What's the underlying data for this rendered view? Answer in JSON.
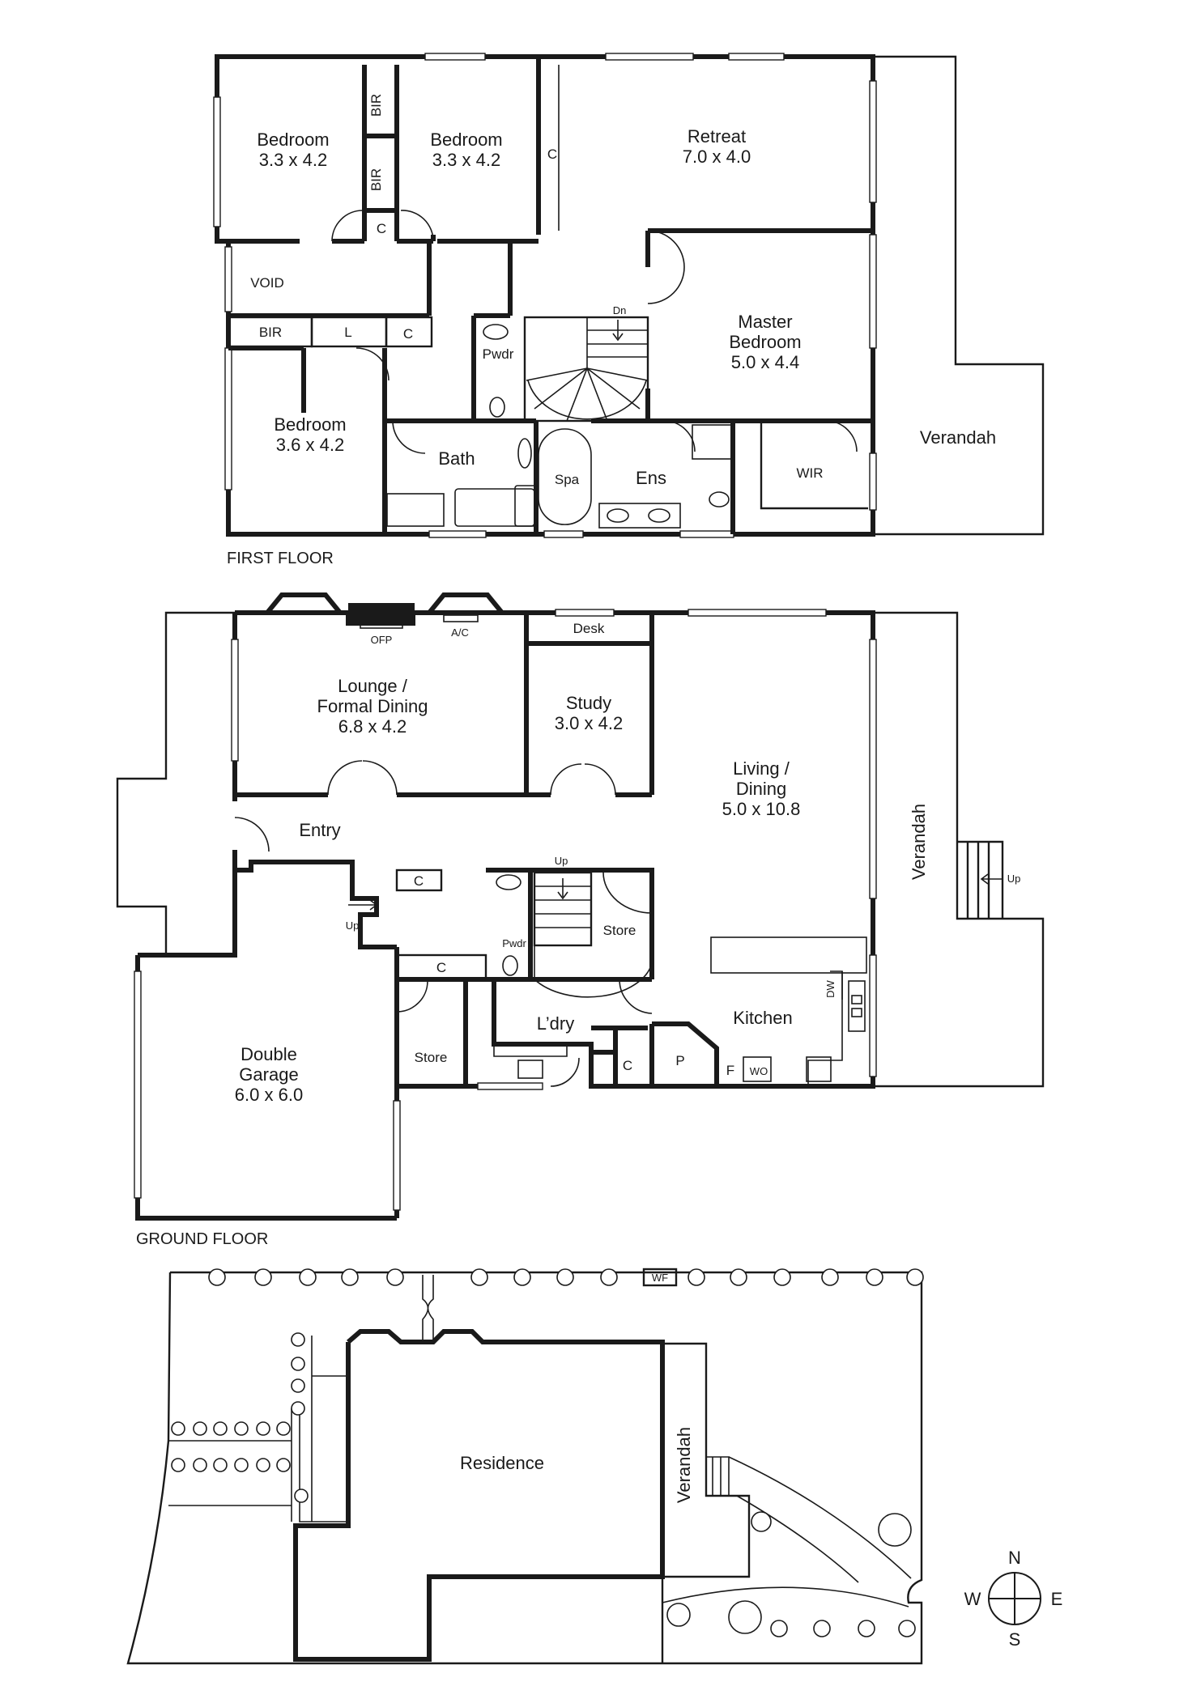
{
  "first_floor": {
    "title": "FIRST FLOOR",
    "rooms": {
      "bedroom1": {
        "name": "Bedroom",
        "size": "3.3 x 4.2"
      },
      "bedroom2": {
        "name": "Bedroom",
        "size": "3.3 x 4.2"
      },
      "retreat": {
        "name": "Retreat",
        "size": "7.0 x 4.0"
      },
      "master": {
        "name1": "Master",
        "name2": "Bedroom",
        "size": "5.0 x 4.4"
      },
      "bedroom3": {
        "name": "Bedroom",
        "size": "3.6 x 4.2"
      },
      "verandah": "Verandah",
      "void": "VOID",
      "bath": "Bath",
      "ens": "Ens",
      "spa": "Spa",
      "pwdr": "Pwdr",
      "wir": "WIR",
      "bir1": "BIR",
      "bir2": "BIR",
      "bir3": "BIR",
      "c1": "C",
      "c2": "C",
      "c3": "C",
      "l": "L",
      "dn": "Dn"
    }
  },
  "ground_floor": {
    "title": "GROUND FLOOR",
    "rooms": {
      "lounge": {
        "name1": "Lounge /",
        "name2": "Formal Dining",
        "size": "6.8 x 4.2"
      },
      "study": {
        "name": "Study",
        "size": "3.0 x 4.2"
      },
      "living": {
        "name1": "Living /",
        "name2": "Dining",
        "size": "5.0 x 10.8"
      },
      "desk": "Desk",
      "ofp": "OFP",
      "ac": "A/C",
      "entry": "Entry",
      "verandah": "Verandah",
      "up1": "Up",
      "up2": "Up",
      "up3": "Up",
      "c1": "C",
      "c2": "C",
      "c3": "C",
      "store1": "Store",
      "store2": "Store",
      "pwdr": "Pwdr",
      "laundry": "L’dry",
      "kitchen": "Kitchen",
      "dw": "DW",
      "p": "P",
      "f": "F",
      "wo": "WO",
      "garage": {
        "name1": "Double",
        "name2": "Garage",
        "size": "6.0 x 6.0"
      }
    }
  },
  "site": {
    "residence": "Residence",
    "verandah": "Verandah",
    "wf": "WF"
  },
  "compass": {
    "n": "N",
    "s": "S",
    "e": "E",
    "w": "W"
  }
}
